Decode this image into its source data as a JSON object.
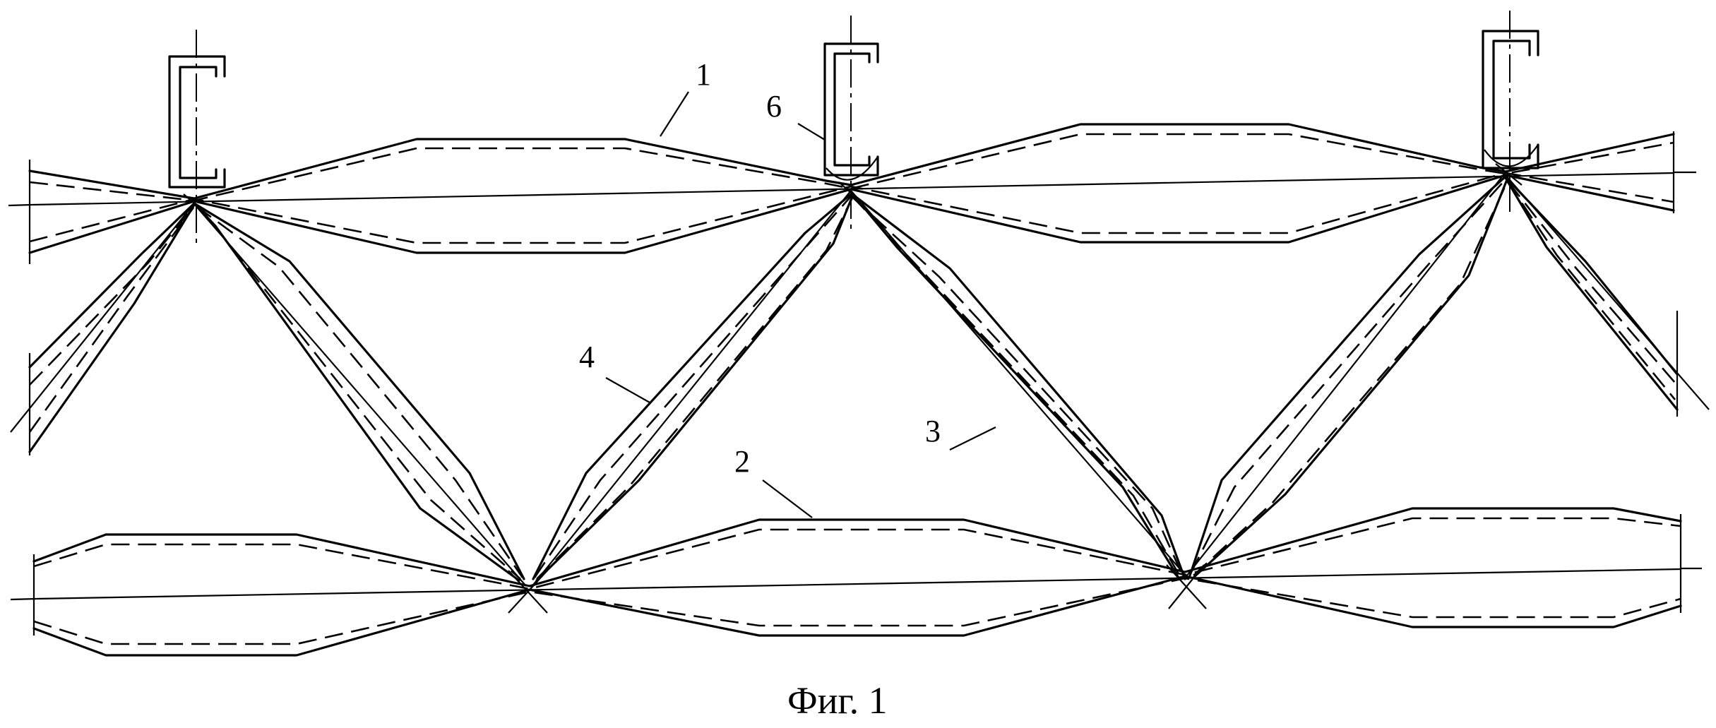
{
  "labels": {
    "l1": "1",
    "l2": "2",
    "l3": "3",
    "l4": "4",
    "l6": "6"
  },
  "caption": "Фиг. 1"
}
